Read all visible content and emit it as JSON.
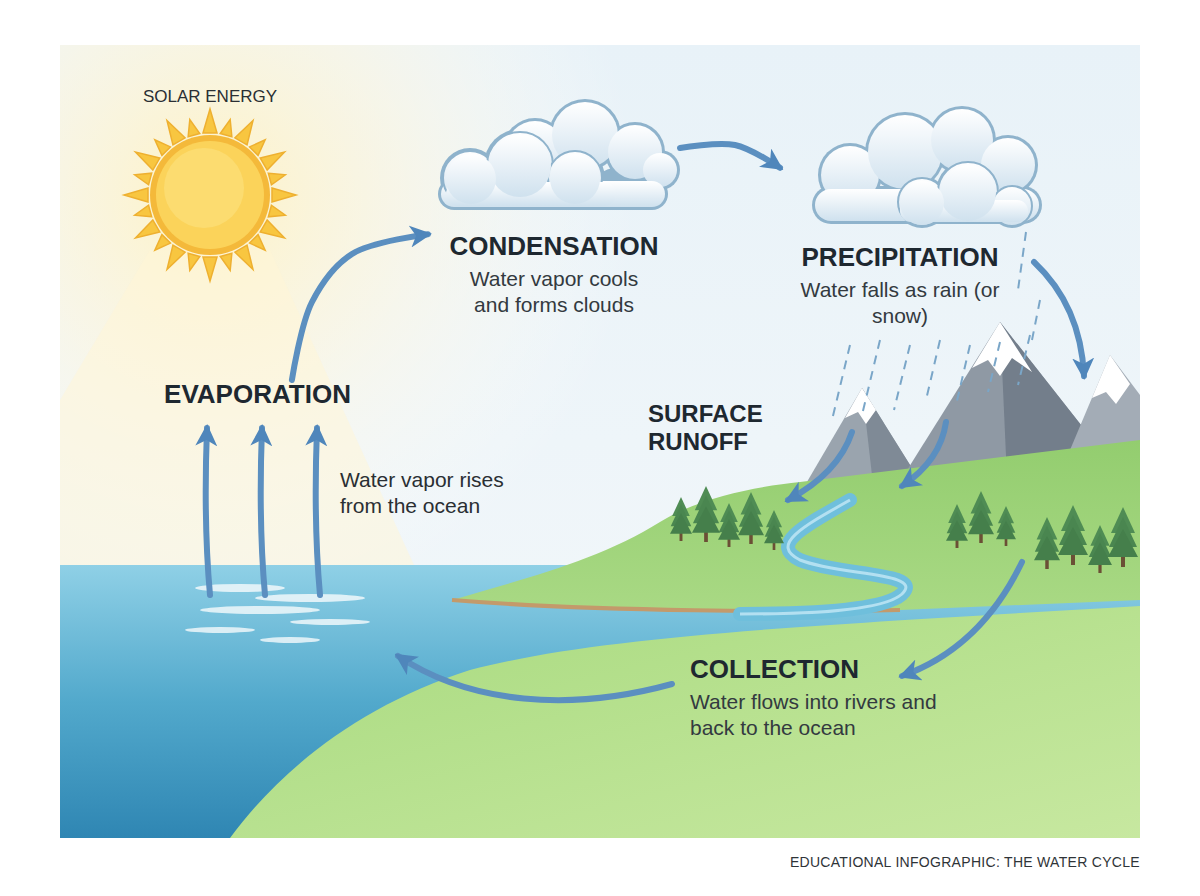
{
  "diagram": {
    "caption": "EDUCATIONAL INFOGRAPHIC: THE WATER CYCLE",
    "nodes": [
      {
        "text": [
          "EVAPORATION"
        ]
      },
      {
        "text": [
          "CONDENSATION",
          "Water vapor cools and forms clouds"
        ]
      },
      {
        "text": [
          "PRECIPITATION",
          "Water falls as rain (or snow)"
        ]
      },
      {
        "text": [
          "SURFACE RUNOFF"
        ]
      },
      {
        "text": [
          "COLLECTION",
          "Water flows into rivers and back to the ocean"
        ]
      }
    ],
    "edges": [
      {
        "from": 0,
        "to": 1,
        "arrow": "to"
      },
      {
        "from": 1,
        "to": 2,
        "arrow": "to"
      }
    ],
    "labels": [
      "SOLAR ENERGY",
      "Water vapor rises from the ocean"
    ]
  }
}
